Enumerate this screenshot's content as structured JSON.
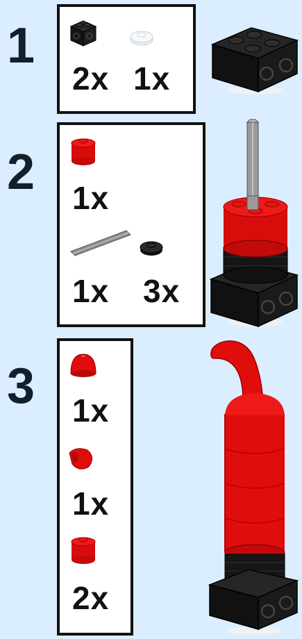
{
  "colors": {
    "background": "#dbeeff",
    "black_brick": "#111111",
    "red_brick": "#e00d0d",
    "gray_axle": "#8c8c8c",
    "trans_clear": "#f2f5f8"
  },
  "steps": [
    {
      "number": "1",
      "parts": [
        {
          "icon": "black-brick-with-holes-icon",
          "qty": "2x"
        },
        {
          "icon": "clear-round-plate-icon",
          "qty": "1x"
        }
      ]
    },
    {
      "number": "2",
      "parts": [
        {
          "icon": "red-round-brick-icon",
          "qty": "1x"
        },
        {
          "icon": "gray-axle-icon",
          "qty": "1x"
        },
        {
          "icon": "black-round-plate-icon",
          "qty": "3x"
        }
      ]
    },
    {
      "number": "3",
      "parts": [
        {
          "icon": "red-dome-icon",
          "qty": "1x"
        },
        {
          "icon": "red-cone-icon",
          "qty": "1x"
        },
        {
          "icon": "red-round-brick-icon",
          "qty": "2x"
        }
      ]
    }
  ]
}
